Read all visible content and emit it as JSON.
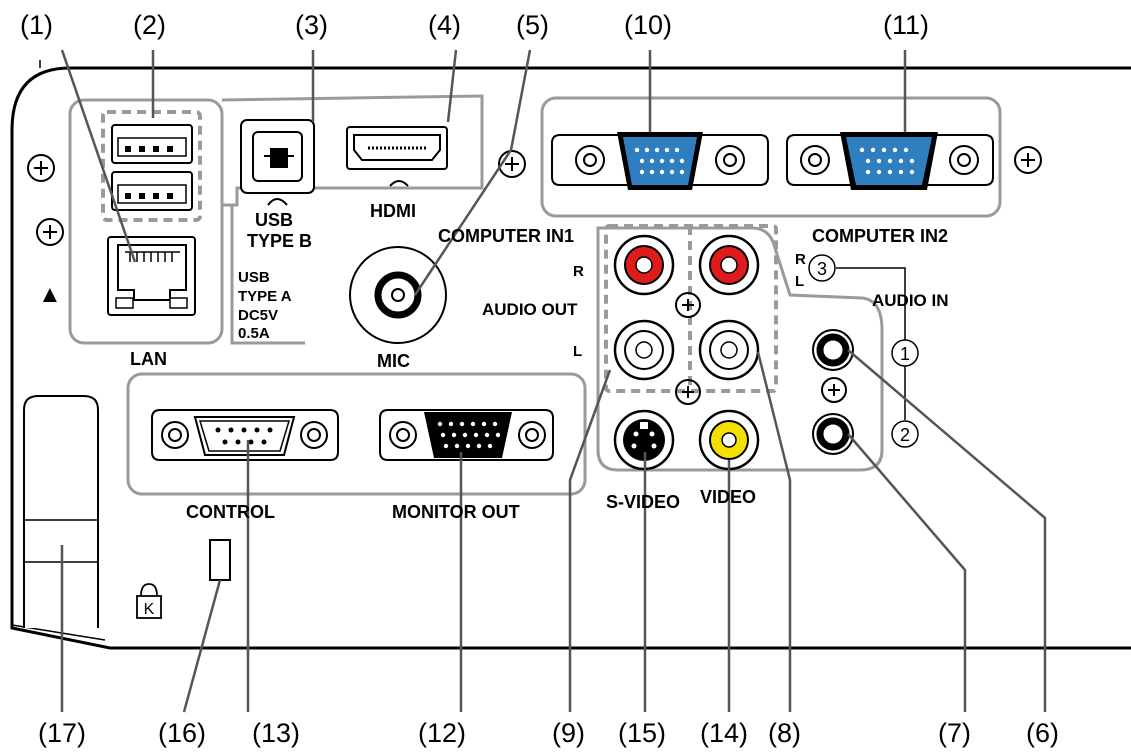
{
  "callouts": {
    "c1": "(1)",
    "c2": "(2)",
    "c3": "(3)",
    "c4": "(4)",
    "c5": "(5)",
    "c6": "(6)",
    "c7": "(7)",
    "c8": "(8)",
    "c9": "(9)",
    "c10": "(10)",
    "c11": "(11)",
    "c12": "(12)",
    "c13": "(13)",
    "c14": "(14)",
    "c15": "(15)",
    "c16": "(16)",
    "c17": "(17)"
  },
  "labels": {
    "usb_type_b_1": "USB",
    "usb_type_b_2": "TYPE B",
    "hdmi": "HDMI",
    "usb_type_a_1": "USB",
    "usb_type_a_2": "TYPE A",
    "usb_type_a_3": "DC5V",
    "usb_type_a_4": "0.5A",
    "lan": "LAN",
    "mic": "MIC",
    "computer_in1": "COMPUTER IN1",
    "computer_in2": "COMPUTER IN2",
    "audio_out": "AUDIO OUT",
    "audio_in": "AUDIO IN",
    "r_left": "R",
    "l_left": "L",
    "r_right": "R",
    "l_right": "L",
    "in3": "3",
    "in1": "1",
    "in2": "2",
    "control": "CONTROL",
    "monitor_out": "MONITOR OUT",
    "s_video": "S-VIDEO",
    "video": "VIDEO",
    "arrow_mark": "▲",
    "lock_mark": "K"
  },
  "colors": {
    "vga_blue": "#2f7fc0",
    "rca_red": "#e01b1b",
    "rca_yellow": "#f3e000",
    "outline": "#000000",
    "panel_gray": "#9a9a9a"
  }
}
